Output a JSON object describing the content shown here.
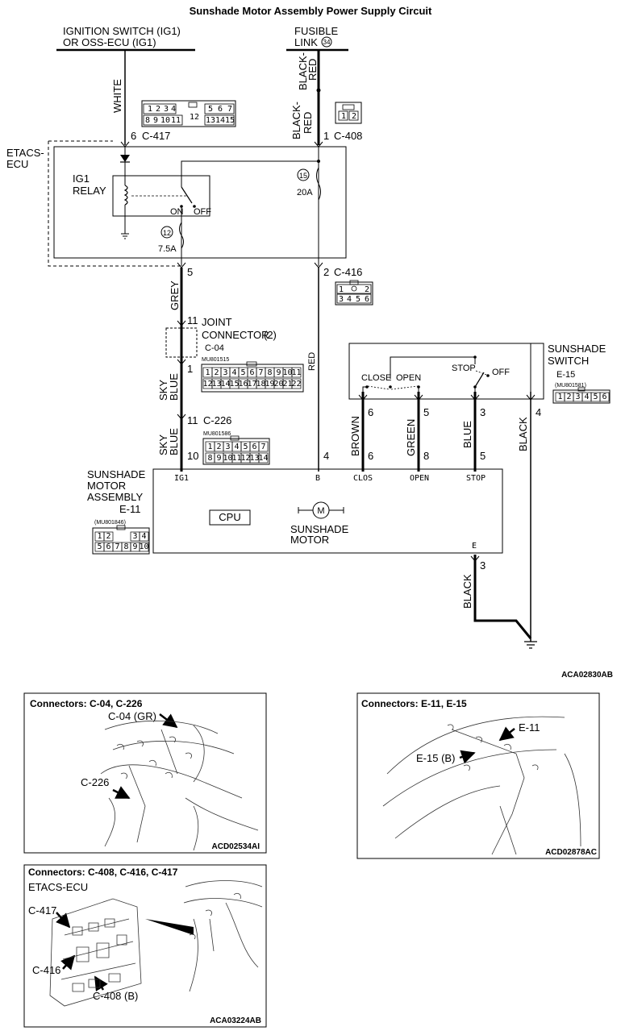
{
  "title": "Sunshade Motor Assembly Power Supply Circuit",
  "diagram_code": "ACA02830AB",
  "sources": {
    "ignition_line1": "IGNITION SWITCH (IG1)",
    "ignition_line2": "OR OSS-ECU (IG1)",
    "fusible_line1": "FUSIBLE",
    "fusible_line2": "LINK",
    "fusible_number": "34"
  },
  "ecu": {
    "label_line1": "ETACS-",
    "label_line2": "ECU",
    "relay_line1": "IG1",
    "relay_line2": "RELAY",
    "on_label": "ON",
    "off_label": "OFF",
    "fuse12_number": "12",
    "fuse12_rating": "7.5A",
    "fuse15_number": "15",
    "fuse15_rating": "20A"
  },
  "connectors": {
    "c417": {
      "code": "C-417",
      "pin": "6",
      "row1": [
        "1",
        "2",
        "3",
        "4",
        "",
        "5",
        "6",
        "7"
      ],
      "row2": [
        "8",
        "9",
        "10",
        "11",
        "",
        "13",
        "14",
        "15"
      ],
      "center": "12"
    },
    "c408": {
      "code": "C-408",
      "pin": "1",
      "cells": [
        "1",
        "2"
      ]
    },
    "c416": {
      "code": "C-416",
      "pin_top": "2",
      "row1": [
        "1",
        "",
        "2"
      ],
      "row2": [
        "3",
        "4",
        "5",
        "6"
      ]
    },
    "c04": {
      "code": "C-04",
      "part": "MU801515",
      "pin_top": "11",
      "pin_bottom": "1",
      "row1": [
        "1",
        "2",
        "3",
        "4",
        "5",
        "6",
        "7",
        "8",
        "9",
        "10",
        "11"
      ],
      "row2": [
        "12",
        "13",
        "14",
        "15",
        "16",
        "17",
        "18",
        "19",
        "20",
        "21",
        "22"
      ]
    },
    "c226": {
      "code": "C-226",
      "part": "MU801586",
      "pin_top": "11",
      "pin_bottom": "10",
      "row1": [
        "1",
        "2",
        "3",
        "4",
        "5",
        "6",
        "7"
      ],
      "row2": [
        "8",
        "9",
        "10",
        "11",
        "12",
        "13",
        "14"
      ]
    },
    "e15": {
      "code": "E-15",
      "part": "(MU801581)",
      "cells": [
        "1",
        "2",
        "3",
        "4",
        "5",
        "6"
      ]
    },
    "e11": {
      "code": "E-11",
      "part": "(MU801846)",
      "row1": [
        "1",
        "2",
        "",
        "3",
        "4"
      ],
      "row2": [
        "5",
        "6",
        "7",
        "8",
        "9",
        "10"
      ]
    }
  },
  "pin5_ecu": "5",
  "pin_c416_bottom": "2",
  "joint_line1": "JOINT",
  "joint_line2": "CONNECTOR",
  "joint_number": "(2)",
  "wires": {
    "white": "WHITE",
    "black_red_top_1": "BLACK-",
    "black_red_top_2": "RED",
    "black_red_mid_1": "BLACK-",
    "black_red_mid_2": "RED",
    "grey": "GREY",
    "sky_blue_1a": "SKY",
    "sky_blue_1b": "BLUE",
    "sky_blue_2a": "SKY",
    "sky_blue_2b": "BLUE",
    "red": "RED",
    "brown": "BROWN",
    "green": "GREEN",
    "blue": "BLUE",
    "black_switch": "BLACK",
    "black_ground": "BLACK"
  },
  "sunshade_switch": {
    "label_line1": "SUNSHADE",
    "label_line2": "SWITCH",
    "close": "CLOSE",
    "open": "OPEN",
    "stop": "STOP",
    "off": "OFF",
    "pins_bottom": [
      "6",
      "5",
      "3",
      "4"
    ]
  },
  "motor_assembly": {
    "label_line1": "SUNSHADE",
    "label_line2": "MOTOR",
    "label_line3": "ASSEMBLY",
    "terminals": [
      "IG1",
      "B",
      "CLOS",
      "OPEN",
      "STOP"
    ],
    "terminal_pins": [
      "10",
      "4",
      "6",
      "8",
      "5"
    ],
    "cpu": "CPU",
    "motor_line1": "SUNSHADE",
    "motor_line2": "MOTOR",
    "ground_terminal": "E",
    "ground_pin": "3"
  },
  "panels": [
    {
      "title": "Connectors: C-04, C-226",
      "code": "ACD02534AI",
      "callouts": [
        "C-04 (GR)",
        "C-226"
      ]
    },
    {
      "title": "Connectors: E-11, E-15",
      "code": "ACD02878AC",
      "callouts": [
        "E-11",
        "E-15 (B)"
      ]
    },
    {
      "title": "Connectors: C-408, C-416, C-417",
      "code": "ACA03224AB",
      "subtitle": "ETACS-ECU",
      "callouts": [
        "C-417",
        "C-416",
        "C-408 (B)"
      ]
    }
  ]
}
